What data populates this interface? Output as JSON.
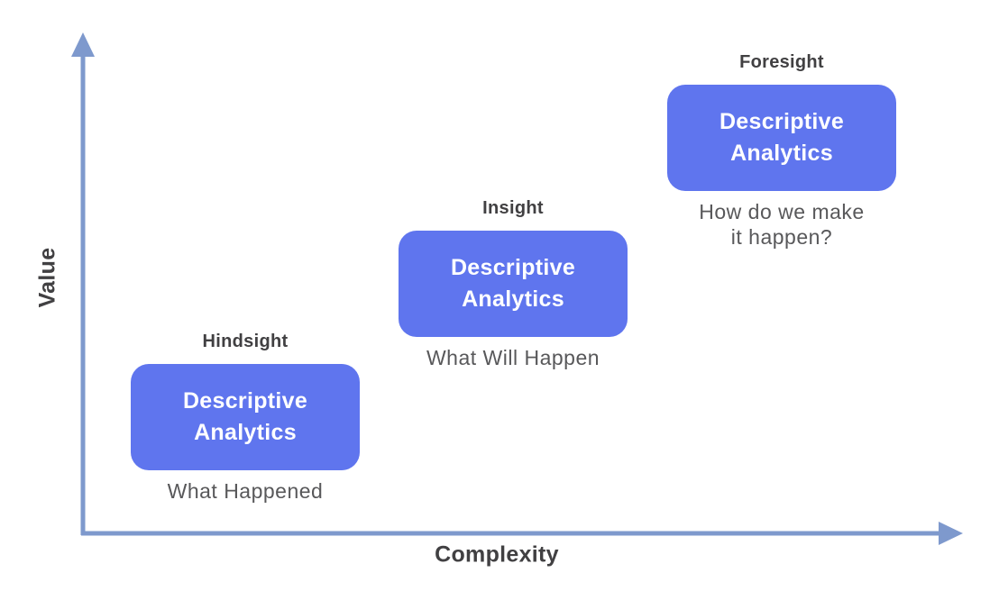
{
  "axes": {
    "y_label": "Value",
    "x_label": "Complexity"
  },
  "colors": {
    "accent": "#5F75EE",
    "axis": "#7E99CD",
    "heading": "#414042",
    "caption": "#58585A",
    "box-text": "#FFFFFF",
    "background": "#FFFFFF"
  },
  "stages": [
    {
      "header": "Hindsight",
      "box_label": "Descriptive\nAnalytics",
      "caption": "What Happened"
    },
    {
      "header": "Insight",
      "box_label": "Descriptive\nAnalytics",
      "caption": "What Will Happen"
    },
    {
      "header": "Foresight",
      "box_label": "Descriptive\nAnalytics",
      "caption": "How do we make\nit happen?"
    }
  ]
}
